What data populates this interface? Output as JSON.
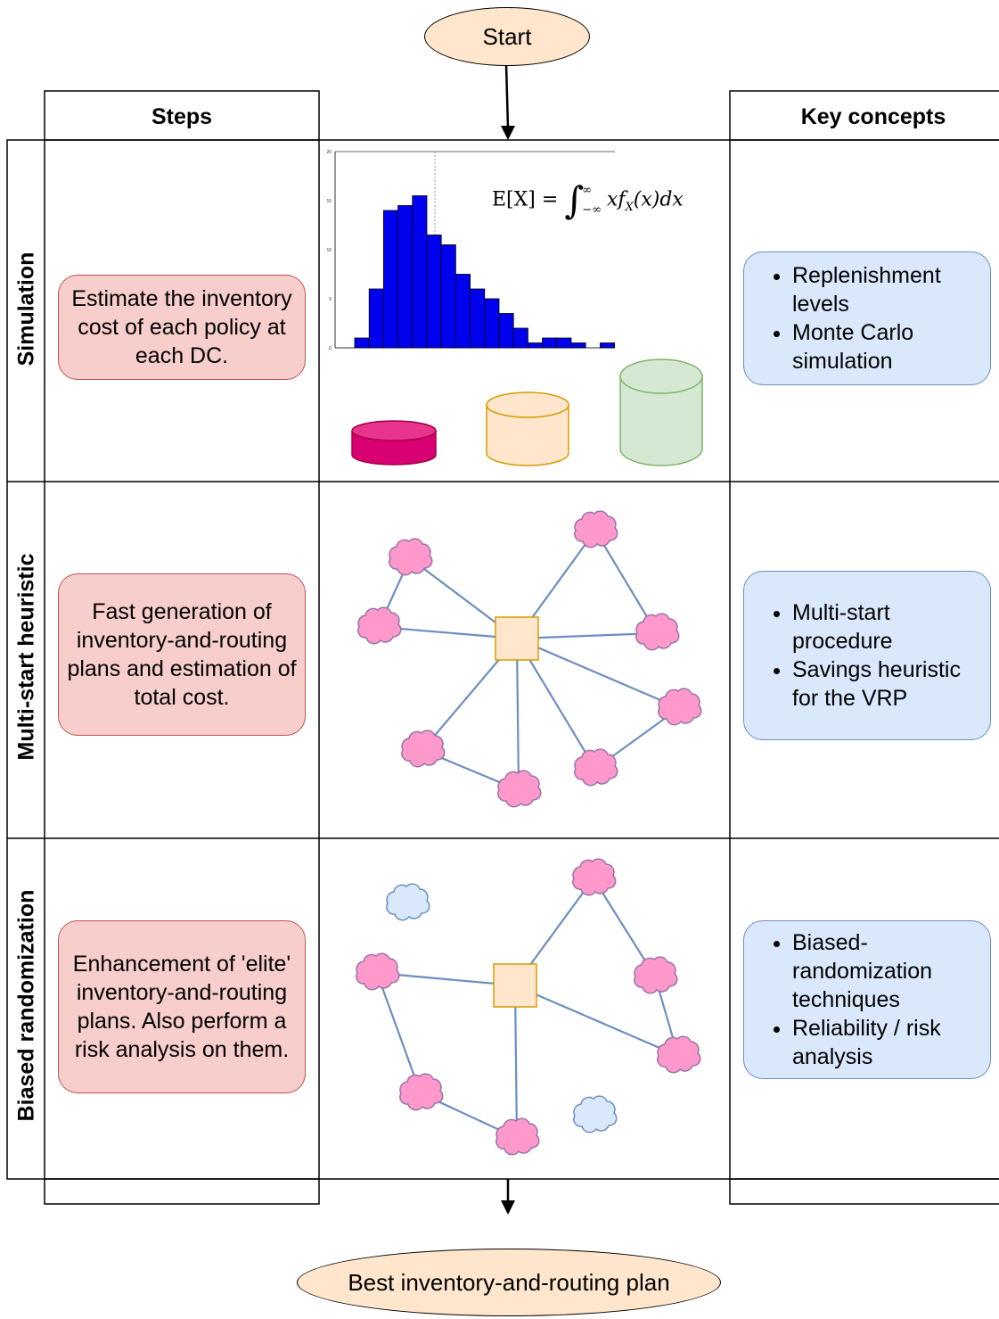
{
  "start_label": "Start",
  "end_label": "Best inventory-and-routing plan",
  "headers": {
    "steps": "Steps",
    "key_concepts": "Key concepts"
  },
  "rows": [
    {
      "label": "Simulation",
      "step": "Estimate the inventory cost of each policy at each DC.",
      "concepts": [
        "Replenishment levels",
        "Monte Carlo simulation"
      ]
    },
    {
      "label": "Multi-start heuristic",
      "step": "Fast generation of inventory-and-routing plans and estimation of total cost.",
      "concepts": [
        "Multi-start procedure",
        "Savings heuristic for the VRP"
      ]
    },
    {
      "label": "Biased randomization",
      "step": "Enhancement of 'elite' inventory-and-routing plans. Also perform a risk analysis on them.",
      "concepts": [
        "Biased-randomization techniques",
        "Reliability / risk analysis"
      ]
    }
  ],
  "formula": {
    "lhs": "E[X] = ",
    "rhs": "xf",
    "sub": "X",
    "tail": "(x)dx",
    "upper": "∞",
    "lower": "−∞"
  },
  "chart_data": {
    "type": "bar",
    "values": [
      1,
      6,
      14,
      14.5,
      15.5,
      11.5,
      10.5,
      7.5,
      6,
      5,
      3.5,
      2,
      0.5,
      1,
      1,
      0.5,
      0,
      0.5
    ],
    "ylim": [
      0,
      20
    ],
    "yticks": [
      "0",
      "5",
      "10",
      "15",
      "20"
    ],
    "color": "#0000ee"
  },
  "colors": {
    "oval_fill": "#ffe6cc",
    "step_fill": "#f8cecc",
    "concept_fill": "#dae8fc",
    "depot_fill": "#ffe6cc",
    "customer_fill": "#ff99cc",
    "inactive_customer_fill": "#dae8fc",
    "edge": "#6c8ebf",
    "cyl_magenta": "#d80073",
    "cyl_orange": "#ffe6cc",
    "cyl_green": "#d5e8d4"
  }
}
